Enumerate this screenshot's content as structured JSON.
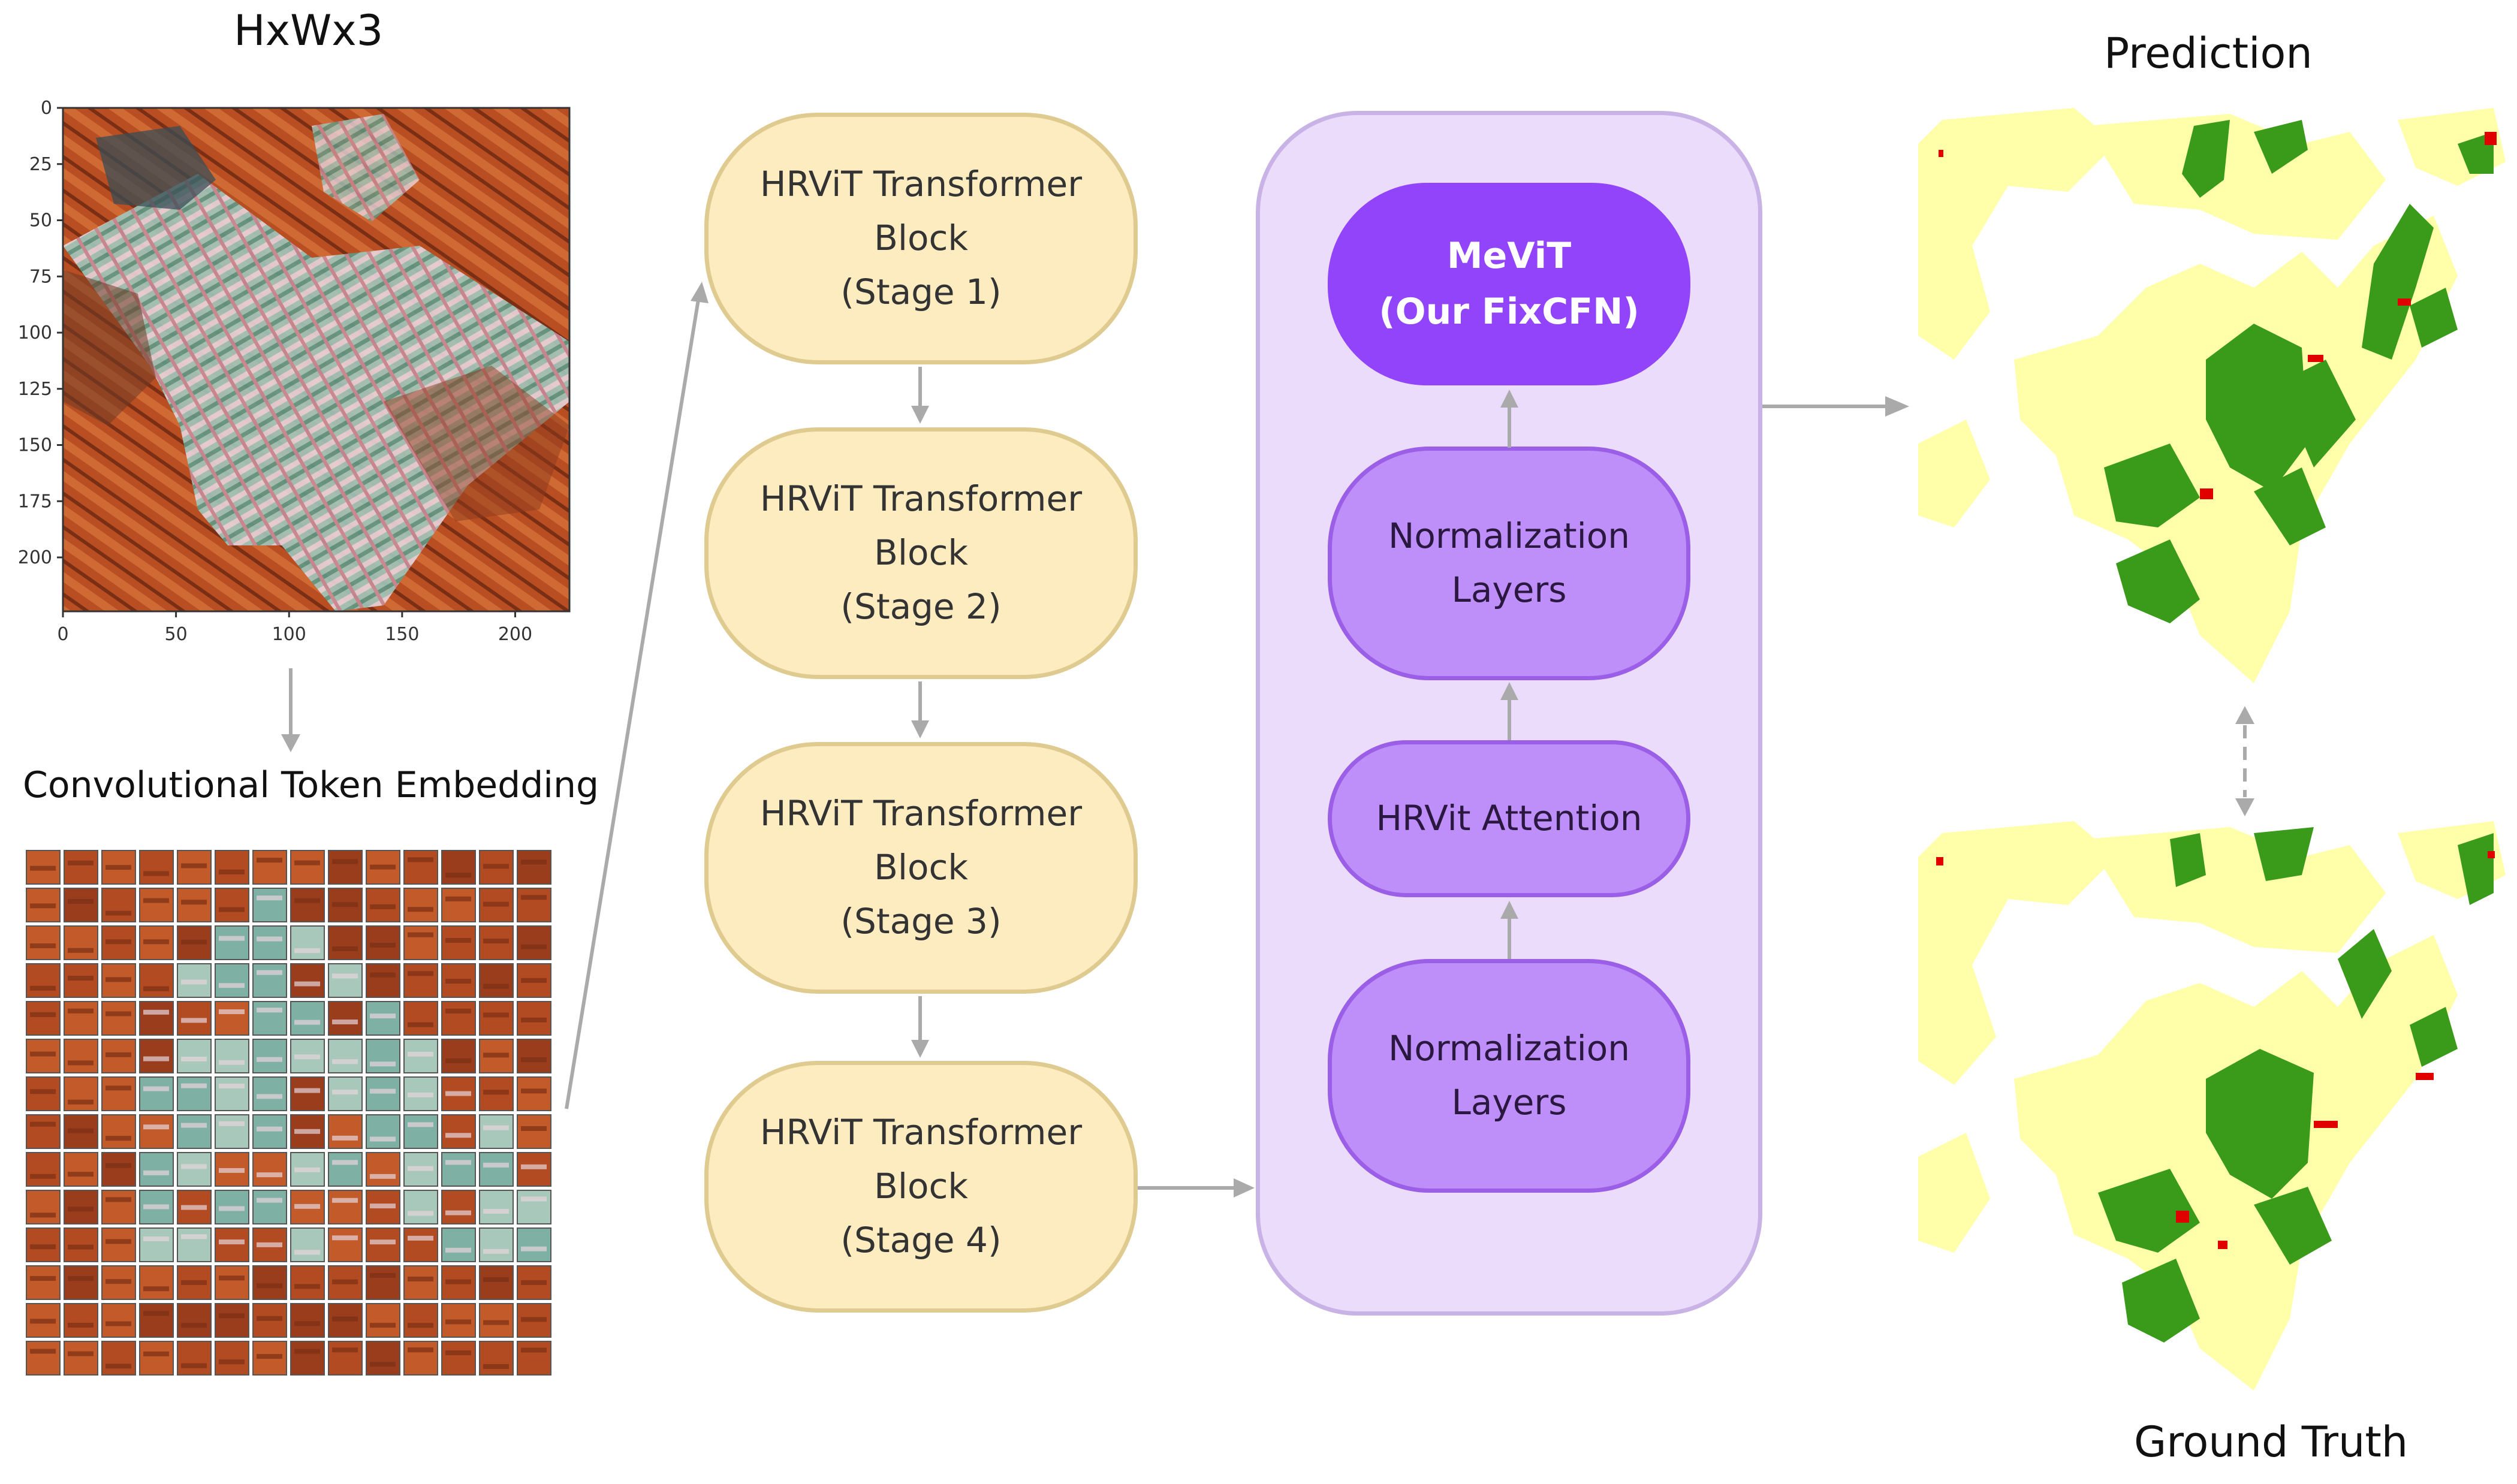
{
  "left": {
    "input_title": "HxWx3",
    "embedding_title": "Convolutional Token Embedding",
    "y_ticks": [
      "0",
      "25",
      "50",
      "75",
      "100",
      "125",
      "150",
      "175",
      "200"
    ],
    "x_ticks": [
      "0",
      "50",
      "100",
      "150",
      "200"
    ]
  },
  "stages": [
    {
      "line1": "HRViT Transformer",
      "line2": "Block",
      "line3": "(Stage 1)"
    },
    {
      "line1": "HRViT Transformer",
      "line2": "Block",
      "line3": "(Stage 2)"
    },
    {
      "line1": "HRViT Transformer",
      "line2": "Block",
      "line3": "(Stage 3)"
    },
    {
      "line1": "HRViT Transformer",
      "line2": "Block",
      "line3": "(Stage 4)"
    }
  ],
  "panel": {
    "mevit_line1": "MeViT",
    "mevit_line2": "(Our FixCFN)",
    "norm_top_line1": "Normalization",
    "norm_top_line2": "Layers",
    "attention": "HRVit Attention",
    "norm_bottom_line1": "Normalization",
    "norm_bottom_line2": "Layers"
  },
  "right": {
    "prediction_title": "Prediction",
    "ground_truth_title": "Ground Truth"
  },
  "colors": {
    "stage_fill": "#fcecc0",
    "panel_fill": "#ecdcfc",
    "block_fill": "#bf8ff9",
    "mevit_fill": "#9244fb",
    "arrow": "#aaaaaa",
    "map_yellow": "#ffffaa",
    "map_green": "#3a9a1a",
    "map_red": "#e00000"
  }
}
